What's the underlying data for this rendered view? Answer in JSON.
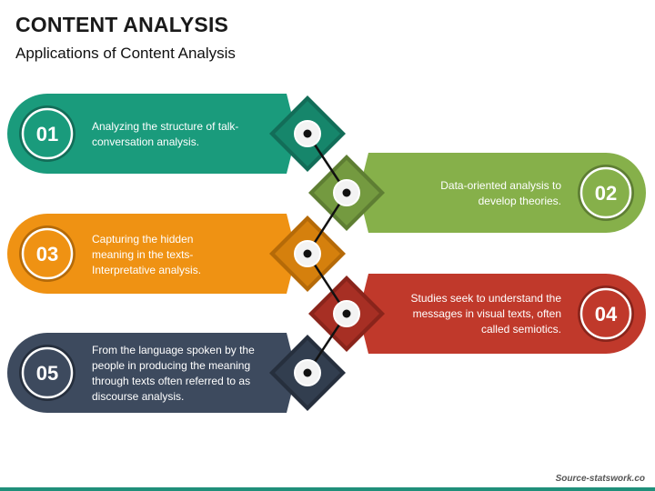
{
  "header": {
    "title": "CONTENT ANALYSIS",
    "subtitle": "Applications of Content Analysis"
  },
  "steps": [
    {
      "number": "01",
      "text": "Analyzing the structure of talk- conversation analysis.",
      "color": "#1a9b7c",
      "dark": "#126d58"
    },
    {
      "number": "02",
      "text": "Data-oriented analysis to develop theories.",
      "color": "#86b04a",
      "dark": "#5e7e33"
    },
    {
      "number": "03",
      "text": "Capturing the hidden meaning in the texts- Interpretative analysis.",
      "color": "#ef9213",
      "dark": "#b56a08"
    },
    {
      "number": "04",
      "text": "Studies seek to understand the messages in visual texts, often called semiotics.",
      "color": "#c0392b",
      "dark": "#8a241b"
    },
    {
      "number": "05",
      "text": "From the language spoken by the people in producing the meaning through texts often referred to as discourse analysis.",
      "color": "#3d4a5e",
      "dark": "#262f3d"
    }
  ],
  "footer": {
    "source": "Source-statswork.co"
  }
}
